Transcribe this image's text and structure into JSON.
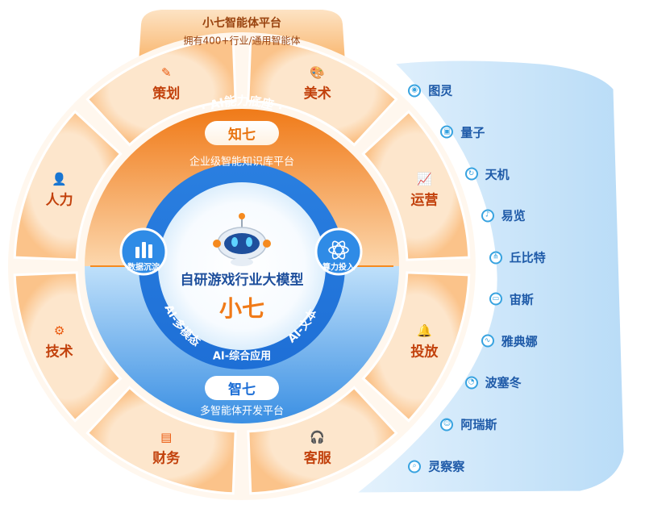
{
  "top_platform": {
    "title": "小七智能体平台",
    "subtitle": "拥有400+行业/通用智能体"
  },
  "segments": [
    {
      "label": "美术",
      "icon": "palette-icon",
      "glyph": "🎨"
    },
    {
      "label": "运营",
      "icon": "chart-icon",
      "glyph": "📈"
    },
    {
      "label": "投放",
      "icon": "bell-icon",
      "glyph": "🔔"
    },
    {
      "label": "客服",
      "icon": "headset-icon",
      "glyph": "🎧"
    },
    {
      "label": "财务",
      "icon": "layers-icon",
      "glyph": "▤"
    },
    {
      "label": "技术",
      "icon": "gear-icon",
      "glyph": "⚙"
    },
    {
      "label": "人力",
      "icon": "user-icon",
      "glyph": "👤"
    },
    {
      "label": "策划",
      "icon": "edit-icon",
      "glyph": "✎"
    }
  ],
  "zhiqi": {
    "badge": "知七",
    "subtitle": "企业级智能知识库平台"
  },
  "zhiqi2": {
    "badge": "智七",
    "subtitle": "多智能体开发平台"
  },
  "core": {
    "top_arc": "· AI能力底座 ·",
    "left_arc": "AI-多模态",
    "bottom_arc": "AI-综合应用",
    "right_arc": "AI-文本",
    "left_node": "数据沉淀",
    "right_node": "算力投入",
    "model_title": "自研游戏行业大模型",
    "model_name": "小七"
  },
  "agents": [
    {
      "label": "图灵",
      "icon": "eye-icon",
      "glyph": "◉"
    },
    {
      "label": "量子",
      "icon": "cube-icon",
      "glyph": "▣"
    },
    {
      "label": "天机",
      "icon": "cycle-icon",
      "glyph": "↻"
    },
    {
      "label": "易览",
      "icon": "bell-icon",
      "glyph": "♪"
    },
    {
      "label": "丘比特",
      "icon": "share-icon",
      "glyph": "⋔"
    },
    {
      "label": "宙斯",
      "icon": "gamepad-icon",
      "glyph": "▭"
    },
    {
      "label": "雅典娜",
      "icon": "pulse-icon",
      "glyph": "∿"
    },
    {
      "label": "波塞冬",
      "icon": "gauge-icon",
      "glyph": "◔"
    },
    {
      "label": "阿瑞斯",
      "icon": "person-icon",
      "glyph": "☺"
    },
    {
      "label": "灵察察",
      "icon": "search-icon",
      "glyph": "⌕"
    }
  ],
  "colors": {
    "orange": "#f58a1f",
    "orange_light": "#fcd9b0",
    "blue": "#2f8be6",
    "blue_light": "#cfe6fb",
    "dark_text": "#c2410c"
  }
}
